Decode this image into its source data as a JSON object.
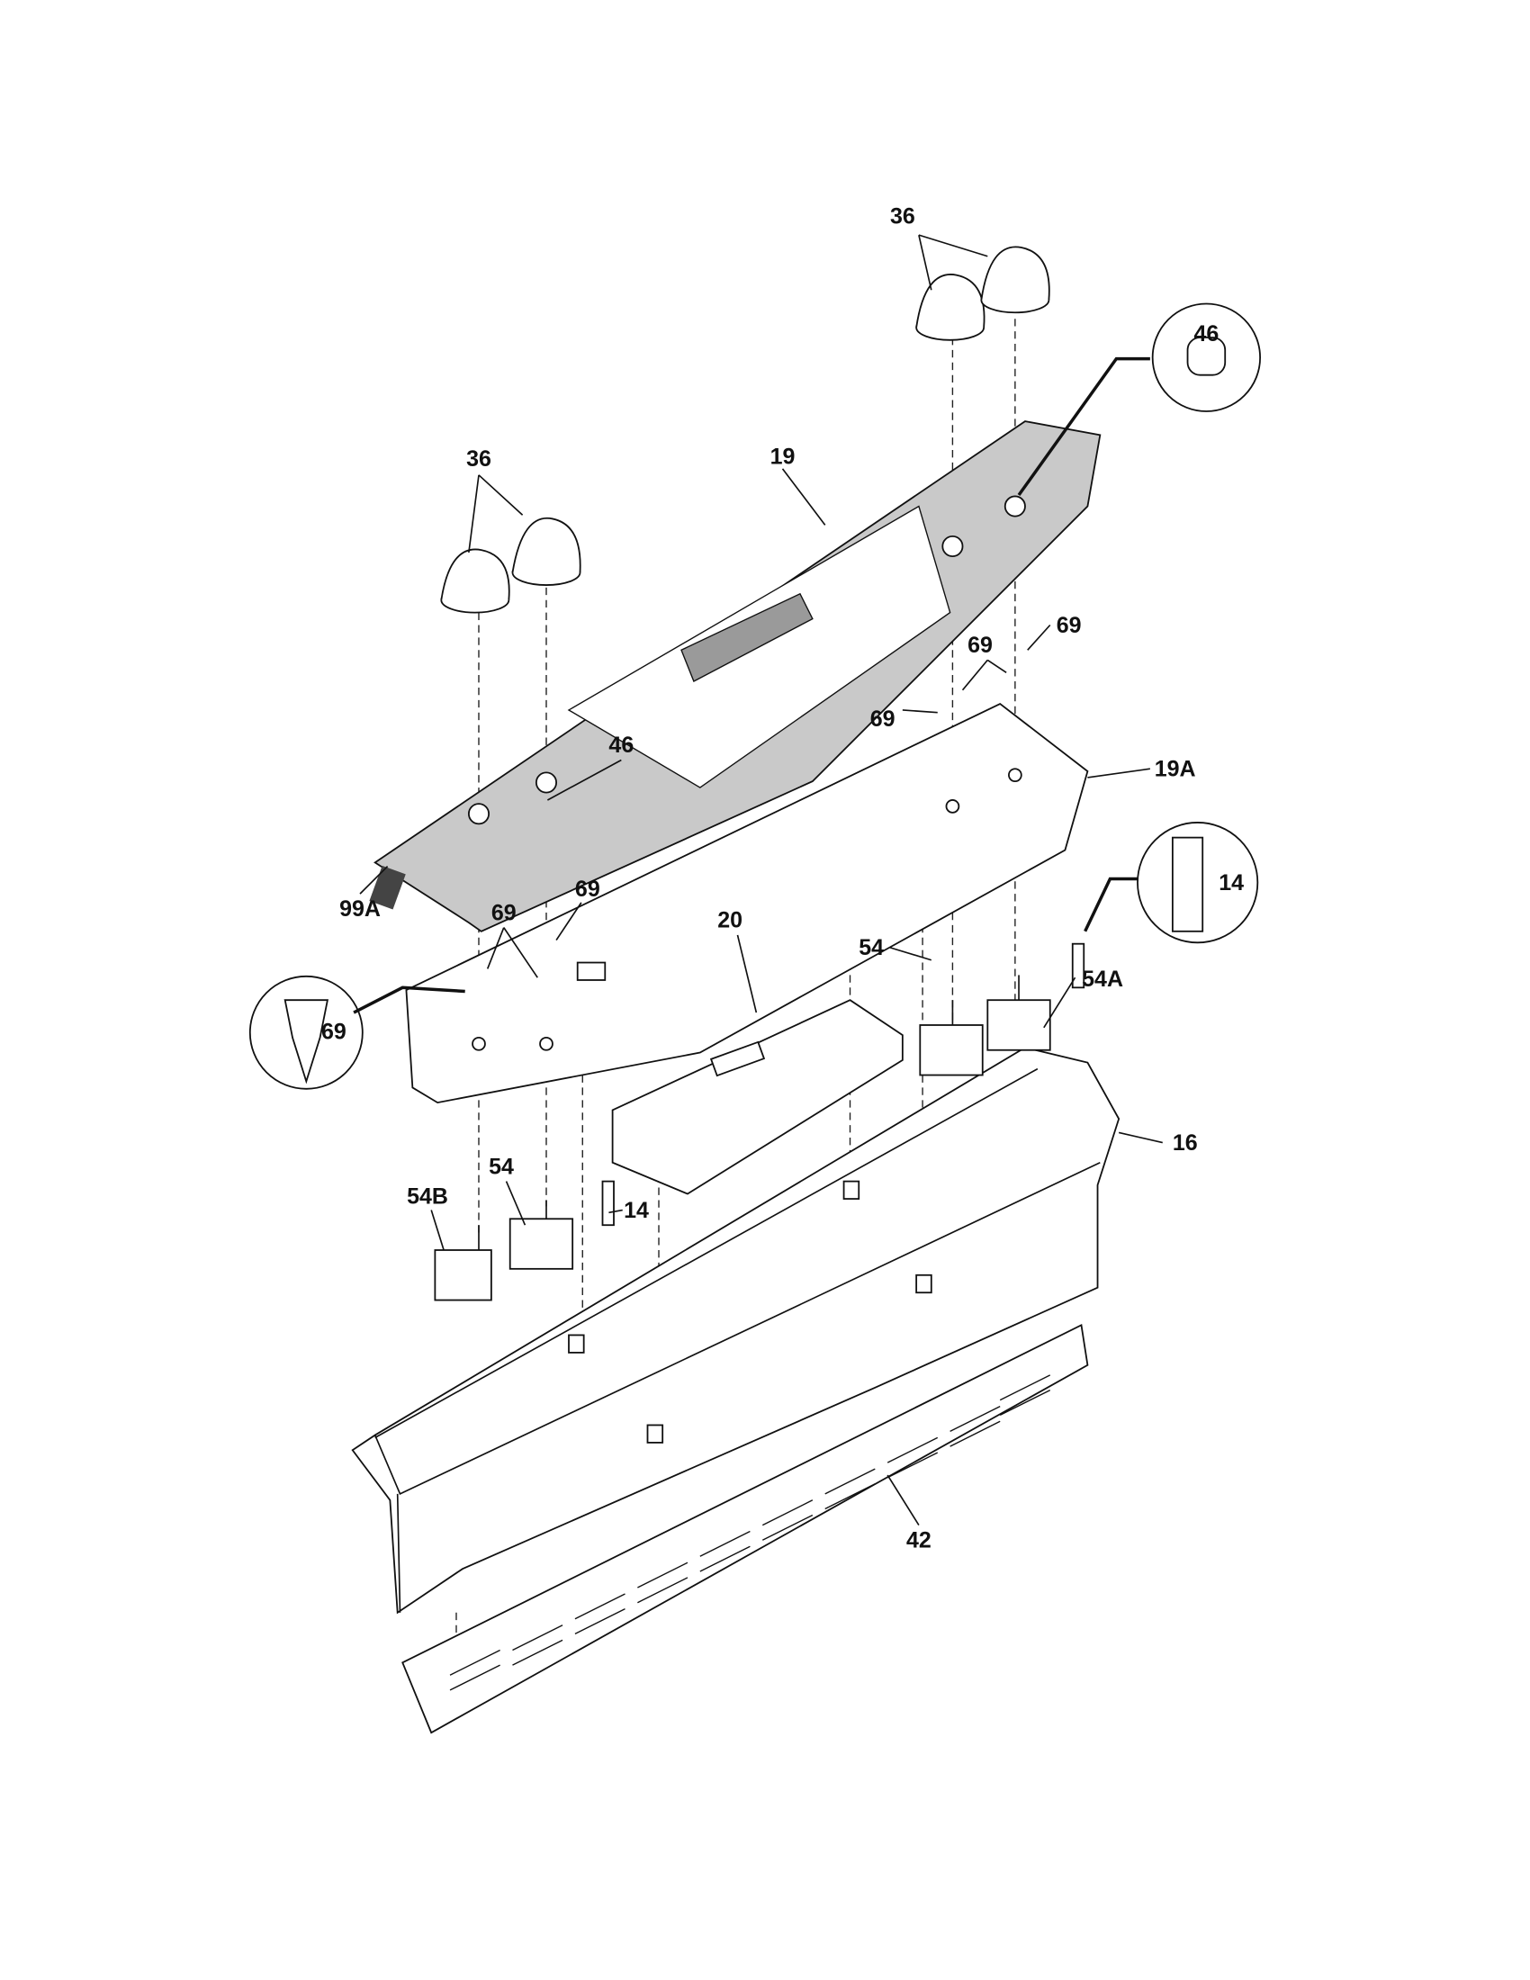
{
  "diagram": {
    "title": "Control panel exploded parts diagram",
    "callouts": [
      {
        "id": "36a",
        "text": "36"
      },
      {
        "id": "36b",
        "text": "36"
      },
      {
        "id": "19",
        "text": "19"
      },
      {
        "id": "46-detail",
        "text": "46"
      },
      {
        "id": "69a",
        "text": "69"
      },
      {
        "id": "69b",
        "text": "69"
      },
      {
        "id": "69c",
        "text": "69"
      },
      {
        "id": "19A",
        "text": "19A"
      },
      {
        "id": "46",
        "text": "46"
      },
      {
        "id": "99A",
        "text": "99A"
      },
      {
        "id": "69d",
        "text": "69"
      },
      {
        "id": "69e",
        "text": "69"
      },
      {
        "id": "14-detail",
        "text": "14"
      },
      {
        "id": "20",
        "text": "20"
      },
      {
        "id": "54a",
        "text": "54"
      },
      {
        "id": "54A",
        "text": "54A"
      },
      {
        "id": "69-detail",
        "text": "69"
      },
      {
        "id": "16",
        "text": "16"
      },
      {
        "id": "54b",
        "text": "54"
      },
      {
        "id": "14",
        "text": "14"
      },
      {
        "id": "54B",
        "text": "54B"
      },
      {
        "id": "42",
        "text": "42"
      }
    ]
  }
}
